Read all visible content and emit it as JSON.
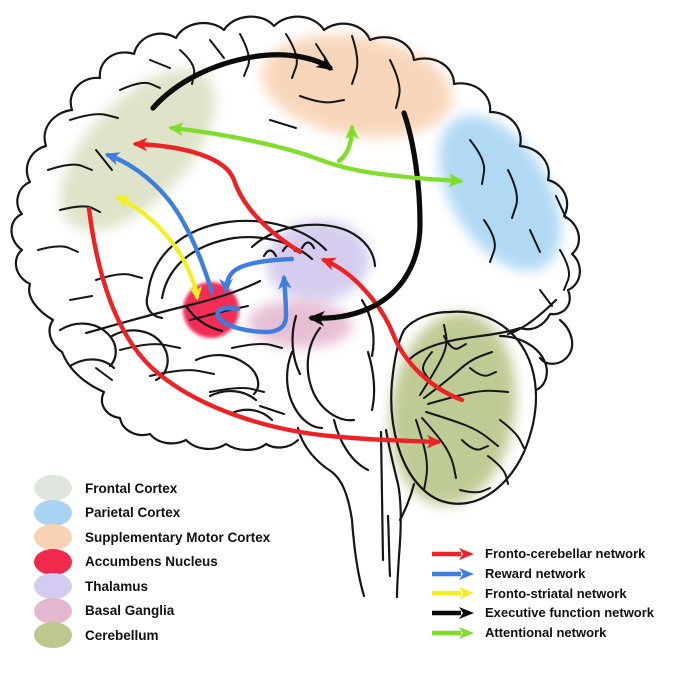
{
  "figure": {
    "background": "#ffffff",
    "description_regions": "sagittal brain diagram with highlighted regions",
    "legend_regions": {
      "items": [
        {
          "label": "Frontal Cortex",
          "color": "#dfe6de",
          "region_color": "#d5dcba"
        },
        {
          "label": "Parietal Cortex",
          "color": "#a8d3f3",
          "region_color": "#9fd0f2"
        },
        {
          "label": "Supplementary Motor Cortex",
          "color": "#f9d2b4",
          "region_color": "#f6cdab"
        },
        {
          "label": "Accumbens Nucleus",
          "color": "#f2294e",
          "region_color": "#f3234d"
        },
        {
          "label": "Thalamus",
          "color": "#d5cbf0",
          "region_color": "#cdc2ec"
        },
        {
          "label": "Basal Ganglia",
          "color": "#e4b8d1",
          "region_color": "#e2b2cd"
        },
        {
          "label": "Cerebellum",
          "color": "#bcc88e",
          "region_color": "#b5c283"
        }
      ]
    },
    "legend_networks": {
      "items": [
        {
          "label": "Fronto-cerebellar network",
          "color": "#ed2224"
        },
        {
          "label": "Reward network",
          "color": "#3e7ede"
        },
        {
          "label": "Fronto-striatal network",
          "color": "#f4ee25"
        },
        {
          "label": "Executive function network",
          "color": "#0c0c0c"
        },
        {
          "label": "Attentional network",
          "color": "#7fdd2b"
        }
      ]
    },
    "line_art_color": "#161616"
  }
}
